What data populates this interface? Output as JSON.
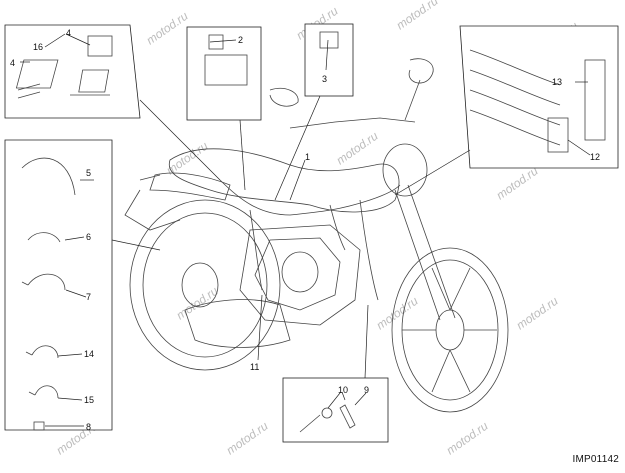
{
  "watermark": "motod.ru",
  "drawing_ref": "IMP01142",
  "callouts": [
    "1",
    "2",
    "3",
    "4",
    "4",
    "5",
    "6",
    "7",
    "8",
    "9",
    "10",
    "11",
    "12",
    "13",
    "14",
    "15",
    "16"
  ]
}
